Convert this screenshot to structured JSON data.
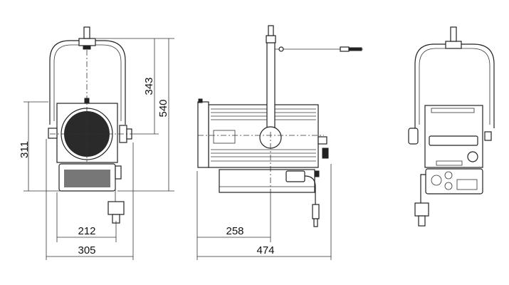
{
  "title": "Fresnel fixture dimension drawing",
  "views": {
    "front": {
      "dimensions": {
        "height_lower": "311",
        "height_upper": "343",
        "height_total": "540",
        "width_body": "212",
        "width_total": "305"
      }
    },
    "side": {
      "dimensions": {
        "depth_to_pivot": "258",
        "depth_total": "474"
      }
    },
    "rear": {}
  },
  "units": "mm",
  "colors": {
    "line": "#222222",
    "background": "#ffffff"
  }
}
